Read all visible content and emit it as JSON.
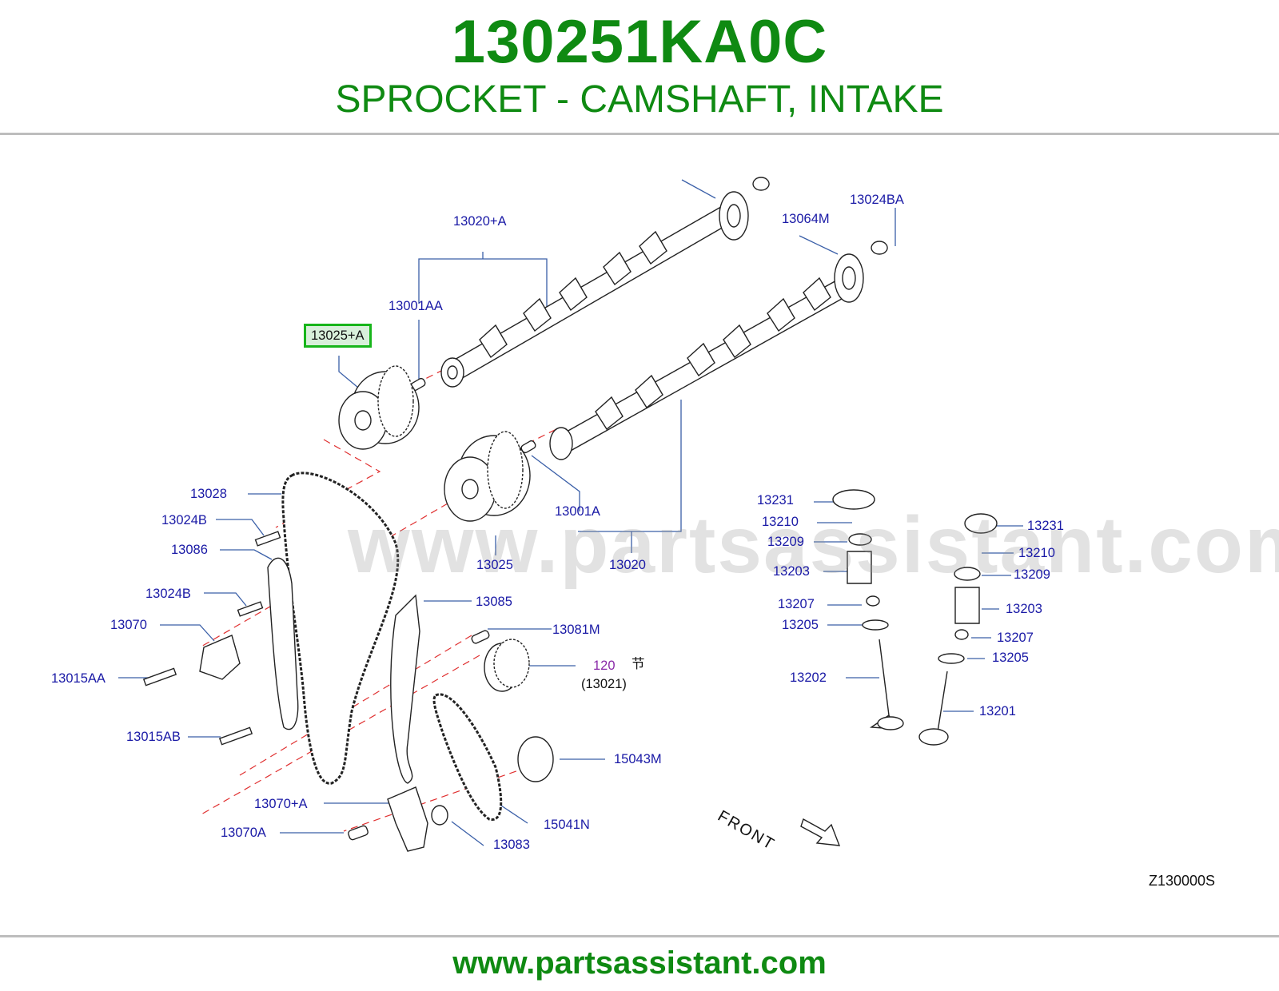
{
  "header": {
    "part_number": "130251KA0C",
    "description": "SPROCKET - CAMSHAFT, INTAKE"
  },
  "footer": {
    "url": "www.partsassistant.com"
  },
  "watermark": "www.partsassistant.com",
  "diagram": {
    "code": "Z130000S",
    "front_label": "FRONT",
    "selected_label": "13025+A",
    "labels": {
      "p13020A": "13020+A",
      "p13024BA": "13024BA",
      "p13064M": "13064M",
      "p13001AA": "13001AA",
      "p13025A": "13025+A",
      "p13028": "13028",
      "p13024B_1": "13024B",
      "p13086": "13086",
      "p13024B_2": "13024B",
      "p13070": "13070",
      "p13015AA": "13015AA",
      "p13015AB": "13015AB",
      "p13001A": "13001A",
      "p13025": "13025",
      "p13020": "13020",
      "p13085": "13085",
      "p13081M": "13081M",
      "p120": "120",
      "p120_glyph": "节",
      "p13021": "(13021)",
      "p15043M": "15043M",
      "p15041N": "15041N",
      "p13083": "13083",
      "p13070A_plus": "13070+A",
      "p13070A": "13070A",
      "p13231_1": "13231",
      "p13210_1": "13210",
      "p13209_1": "13209",
      "p13203_1": "13203",
      "p13207_1": "13207",
      "p13205_1": "13205",
      "p13202": "13202",
      "p13231_2": "13231",
      "p13210_2": "13210",
      "p13209_2": "13209",
      "p13203_2": "13203",
      "p13207_2": "13207",
      "p13205_2": "13205",
      "p13201": "13201"
    }
  },
  "colors": {
    "brand_green": "#0f8a12",
    "label_blue": "#1a1aa6",
    "highlight_border": "#17b51a",
    "highlight_fill": "#d8efda",
    "dash_red": "#e03030"
  }
}
